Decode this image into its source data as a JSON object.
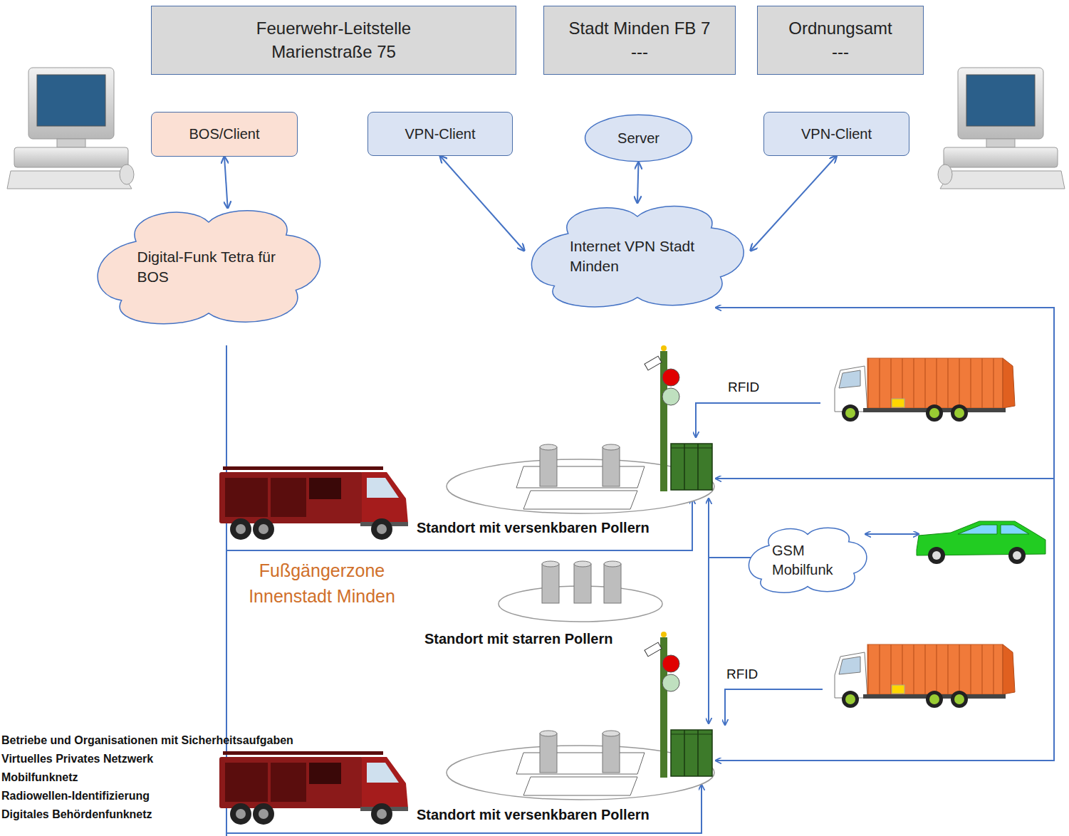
{
  "diagram": {
    "nodes": [
      {
        "text": [
          "Feuerwehr-Leitstelle Marienstraße 75"
        ]
      },
      {
        "text": [
          "Stadt Minden FB 7",
          "---"
        ]
      },
      {
        "text": [
          "Ordnungsamt",
          "---"
        ]
      },
      {
        "text": [
          "BOS/Client"
        ]
      },
      {
        "text": [
          "VPN-Client"
        ]
      },
      {
        "text": [
          "Server"
        ]
      },
      {
        "text": [
          "VPN-Client"
        ]
      },
      {
        "text": [
          "Digital-Funk Tetra für BOS"
        ]
      },
      {
        "text": [
          "Internet VPN Stadt Minden"
        ]
      },
      {
        "text": [
          "GSM Mobilfunk"
        ]
      }
    ],
    "edges": [
      {
        "from": 3,
        "to": 7,
        "arrow": "both"
      },
      {
        "from": 4,
        "to": 8,
        "arrow": "both"
      },
      {
        "from": 5,
        "to": 8,
        "arrow": "both"
      },
      {
        "from": 6,
        "to": 8,
        "arrow": "both"
      }
    ],
    "labels": [
      "RFID",
      "Standort mit versenkbaren Pollern",
      "Fußgängerzone Innenstadt Minden",
      "Standort mit starren Pollern",
      "RFID",
      "Standort mit versenkbaren Pollern",
      "Betriebe und Organisationen mit Sicherheitsaufgaben",
      "Virtuelles Privates Netzwerk",
      "Mobilfunknetz",
      "Radiowellen-Identifizierung",
      "Digitales Behördenfunknetz"
    ]
  }
}
